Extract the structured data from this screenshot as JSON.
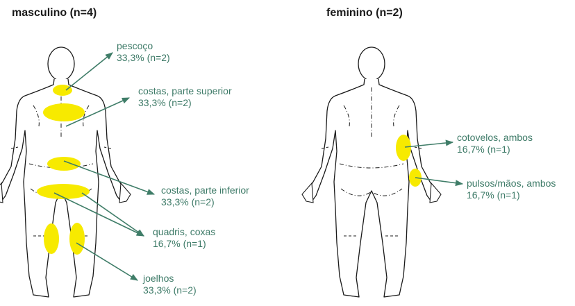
{
  "colors": {
    "highlight": "#f7ea00",
    "arrow": "#3f7d68",
    "label_text": "#3d7a67",
    "outline": "#1a1a1a"
  },
  "panels": [
    {
      "title": "masculino (n=4)",
      "regions": [
        {
          "name": "pescoço",
          "value": "33,3% (n=2)"
        },
        {
          "name": "costas, parte superior",
          "value": "33,3% (n=2)"
        },
        {
          "name": "costas, parte inferior",
          "value": "33,3% (n=2)"
        },
        {
          "name": "quadris, coxas",
          "value": "16,7% (n=1)"
        },
        {
          "name": "joelhos",
          "value": "33,3% (n=2)"
        }
      ]
    },
    {
      "title": "feminino (n=2)",
      "regions": [
        {
          "name": "cotovelos, ambos",
          "value": "16,7% (n=1)"
        },
        {
          "name": "pulsos/mãos, ambos",
          "value": "16,7% (n=1)"
        }
      ]
    }
  ]
}
